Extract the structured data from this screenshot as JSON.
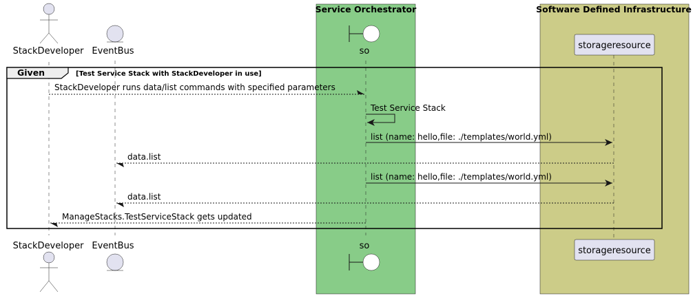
{
  "colors": {
    "orchestrator_box": "#88cc88",
    "infrastructure_box": "#cccc88",
    "participant_fill": "#e2e2f0",
    "participant_stroke": "#181818",
    "lifeline": "#181818"
  },
  "boxes": {
    "orchestrator": {
      "title": "Service Orchestrator"
    },
    "infrastructure": {
      "title": "Software Defined Infrastructure"
    }
  },
  "participants": {
    "stack_developer": {
      "name": "StackDeveloper",
      "icon": "actor-icon"
    },
    "event_bus": {
      "name": "EventBus",
      "icon": "entity-icon"
    },
    "so": {
      "name": "so",
      "icon": "boundary-icon"
    },
    "storage_resource": {
      "name": "storageresource",
      "icon": "participant-box"
    }
  },
  "frame": {
    "keyword": "Given",
    "condition": "[Test Service Stack with StackDeveloper in use]"
  },
  "messages": [
    {
      "label": "StackDeveloper runs data/list commands with specified parameters",
      "from": "StackDeveloper",
      "to": "so",
      "style": "dashed"
    },
    {
      "label": "Test Service Stack",
      "from": "so",
      "to": "so",
      "style": "solid-self"
    },
    {
      "label": "list (name: hello,file: ./templates/world.yml)",
      "from": "so",
      "to": "storageresource",
      "style": "solid"
    },
    {
      "label": "data.list",
      "from": "storageresource",
      "to": "EventBus",
      "style": "dashed"
    },
    {
      "label": "list (name: hello,file: ./templates/world.yml)",
      "from": "so",
      "to": "storageresource",
      "style": "solid"
    },
    {
      "label": "data.list",
      "from": "storageresource",
      "to": "EventBus",
      "style": "dashed"
    },
    {
      "label": "ManageStacks.TestServiceStack gets updated",
      "from": "so",
      "to": "StackDeveloper",
      "style": "dashed"
    }
  ]
}
